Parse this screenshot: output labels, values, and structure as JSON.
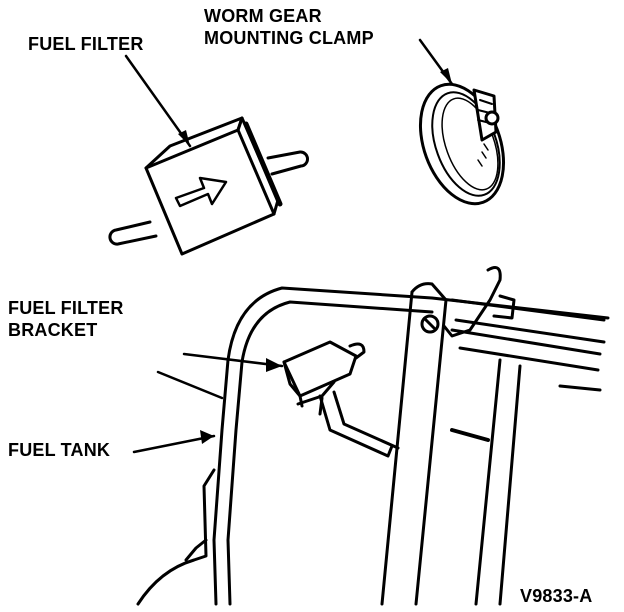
{
  "labels": {
    "fuel_filter": "FUEL FILTER",
    "worm_gear_line1": "WORM GEAR",
    "worm_gear_line2": "MOUNTING CLAMP",
    "bracket_line1": "FUEL FILTER",
    "bracket_line2": "BRACKET",
    "fuel_tank": "FUEL TANK",
    "figure_id": "V9833-A"
  },
  "colors": {
    "ink": "#000000",
    "paper": "#ffffff"
  }
}
